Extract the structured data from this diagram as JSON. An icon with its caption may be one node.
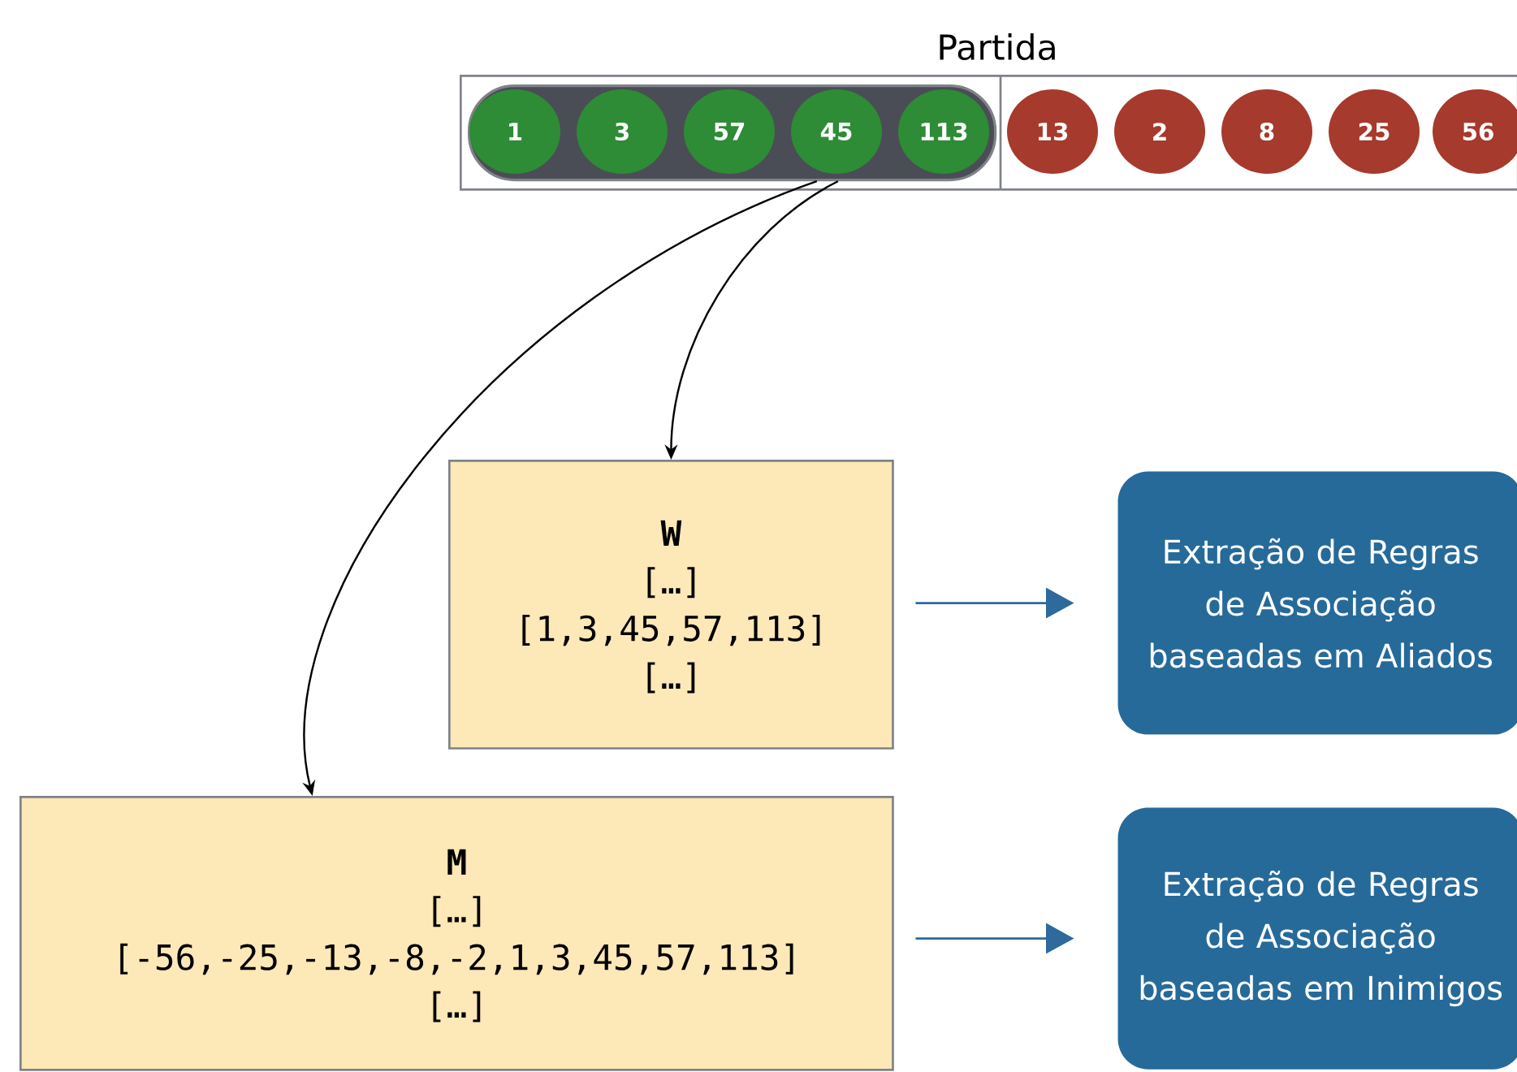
{
  "diagram": {
    "nodes": [
      {
        "text": [
          "Partida"
        ]
      },
      {
        "text": [],
        "shape": "box",
        "in": 0
      },
      {
        "text": [
          "1"
        ],
        "in": 1
      },
      {
        "text": [
          "3"
        ],
        "in": 1
      },
      {
        "text": [
          "57"
        ],
        "in": 1
      },
      {
        "text": [
          "45"
        ],
        "in": 1
      },
      {
        "text": [
          "113"
        ],
        "in": 1
      },
      {
        "text": [
          "13"
        ],
        "in": 0
      },
      {
        "text": [
          "2"
        ],
        "in": 0
      },
      {
        "text": [
          "8"
        ],
        "in": 0
      },
      {
        "text": [
          "25"
        ],
        "in": 0
      },
      {
        "text": [
          "56"
        ],
        "in": 0
      },
      {
        "text": [
          "W",
          "[…]",
          "[1,3,45,57,113]",
          "[…]"
        ]
      },
      {
        "text": [
          "M",
          "[…]",
          "[-56,-25,-13,-8,-2,1,3,45,57,113]",
          "[…]"
        ]
      },
      {
        "text": [
          "Extração de Regras de Associação baseadas em Aliados"
        ]
      },
      {
        "text": [
          "Extração de Regras de Associação baseadas em Inimigos"
        ]
      }
    ],
    "edges": [
      {
        "from": 1,
        "to": 12,
        "arrow": "to"
      },
      {
        "from": 1,
        "to": 13,
        "arrow": "to"
      },
      {
        "from": 12,
        "to": 14,
        "arrow": "to",
        "color": "#2e6a9c"
      },
      {
        "from": 13,
        "to": 15,
        "arrow": "to",
        "color": "#2e6a9c"
      }
    ]
  }
}
